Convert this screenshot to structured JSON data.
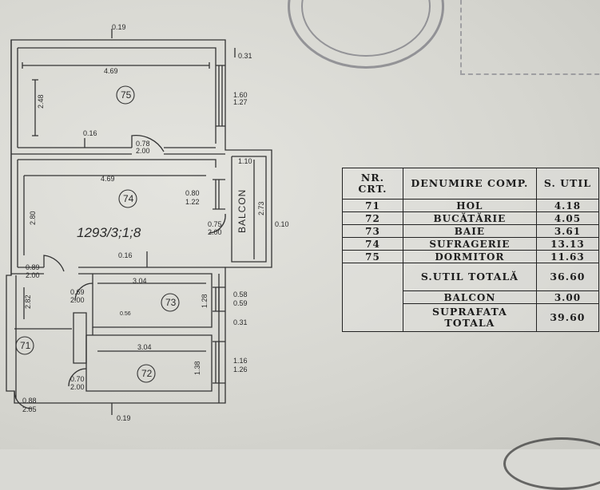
{
  "plan": {
    "dims": {
      "top_wall": "0.19",
      "top_right": "0.31",
      "r75_width": "4.69",
      "r75_height": "2.48",
      "r75_window": "1.60",
      "r75_window_h": "1.27",
      "r75_wall": "0.16",
      "r75_door": "0.78",
      "r75_door_h": "2.00",
      "balcony_width": "1.10",
      "balcony_length": "2.73",
      "balcony_side": "0.10",
      "r74_width": "4.69",
      "r74_height": "2.80",
      "r74_window": "0.80",
      "r74_window_h": "1.22",
      "r74_balc_door": "0.75",
      "r74_balc_door_h": "2.00",
      "r74_wall": "0.16",
      "hall_door": "0.89",
      "hall_door_h": "2.00",
      "r73_width": "3.04",
      "r73_door": "0.69",
      "r73_door_h": "2.00",
      "r73_inner": "0.56",
      "r73_height": "1.28",
      "r73_window": "0.58",
      "r73_window_h": "0.59",
      "mid_right": "0.31",
      "hall_height": "2.82",
      "r72_width": "3.04",
      "r72_height": "1.38",
      "r72_door": "0.70",
      "r72_door_h": "2.00",
      "r72_window": "1.16",
      "r72_window_h": "1.26",
      "entry_door": "0.88",
      "entry_door_h": "2.05",
      "bottom_wall": "0.19"
    },
    "rooms": [
      "71",
      "72",
      "73",
      "74",
      "75"
    ],
    "cadastral_ref": "1293/3;1;8",
    "balcony_label": "BALCON"
  },
  "table": {
    "header": {
      "nr": "NR. CRT.",
      "name": "DENUMIRE COMP.",
      "util": "S. UTIL"
    },
    "rows": [
      {
        "nr": "71",
        "name": "HOL",
        "util": "4.18"
      },
      {
        "nr": "72",
        "name": "BUCĂTĂRIE",
        "util": "4.05"
      },
      {
        "nr": "73",
        "name": "BAIE",
        "util": "3.61"
      },
      {
        "nr": "74",
        "name": "SUFRAGERIE",
        "util": "13.13"
      },
      {
        "nr": "75",
        "name": "DORMITOR",
        "util": "11.63"
      }
    ],
    "total_util_label": "S.UTIL TOTALĂ",
    "total_util_value": "36.60",
    "balcony_label": "BALCON",
    "balcony_value": "3.00",
    "total_label": "SUPRAFATA TOTALA",
    "total_value": "39.60"
  }
}
